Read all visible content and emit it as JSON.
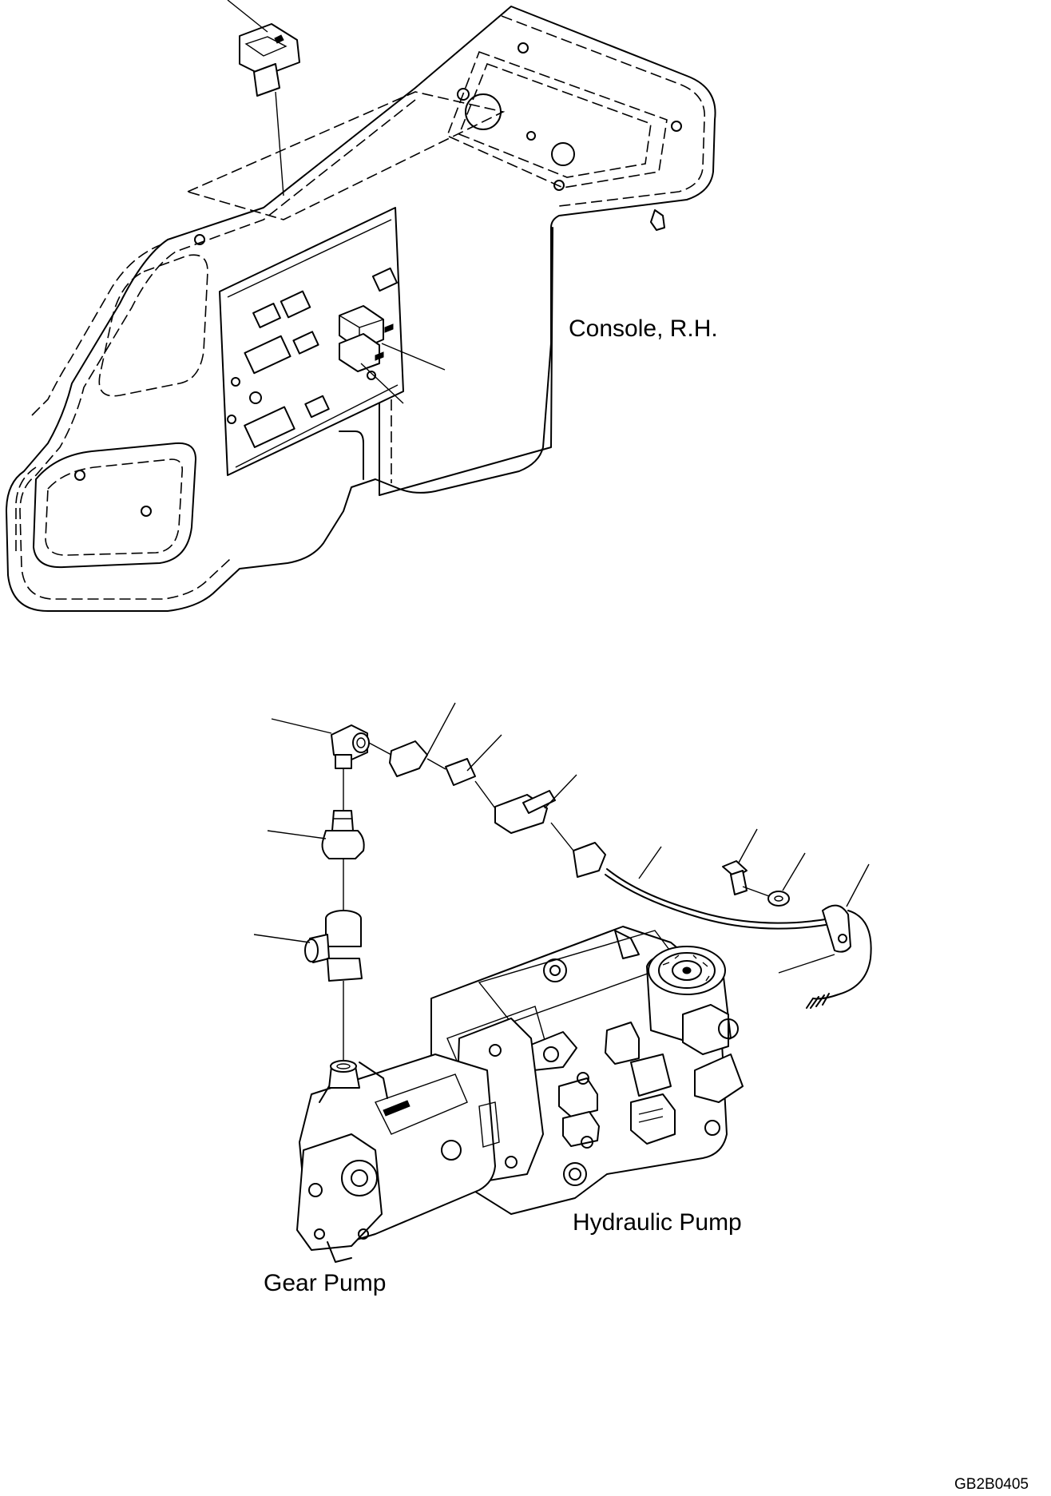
{
  "labels": {
    "console": "Console, R.H.",
    "hydraulic_pump": "Hydraulic Pump",
    "gear_pump": "Gear Pump",
    "drawing_code": "GB2B0405"
  }
}
